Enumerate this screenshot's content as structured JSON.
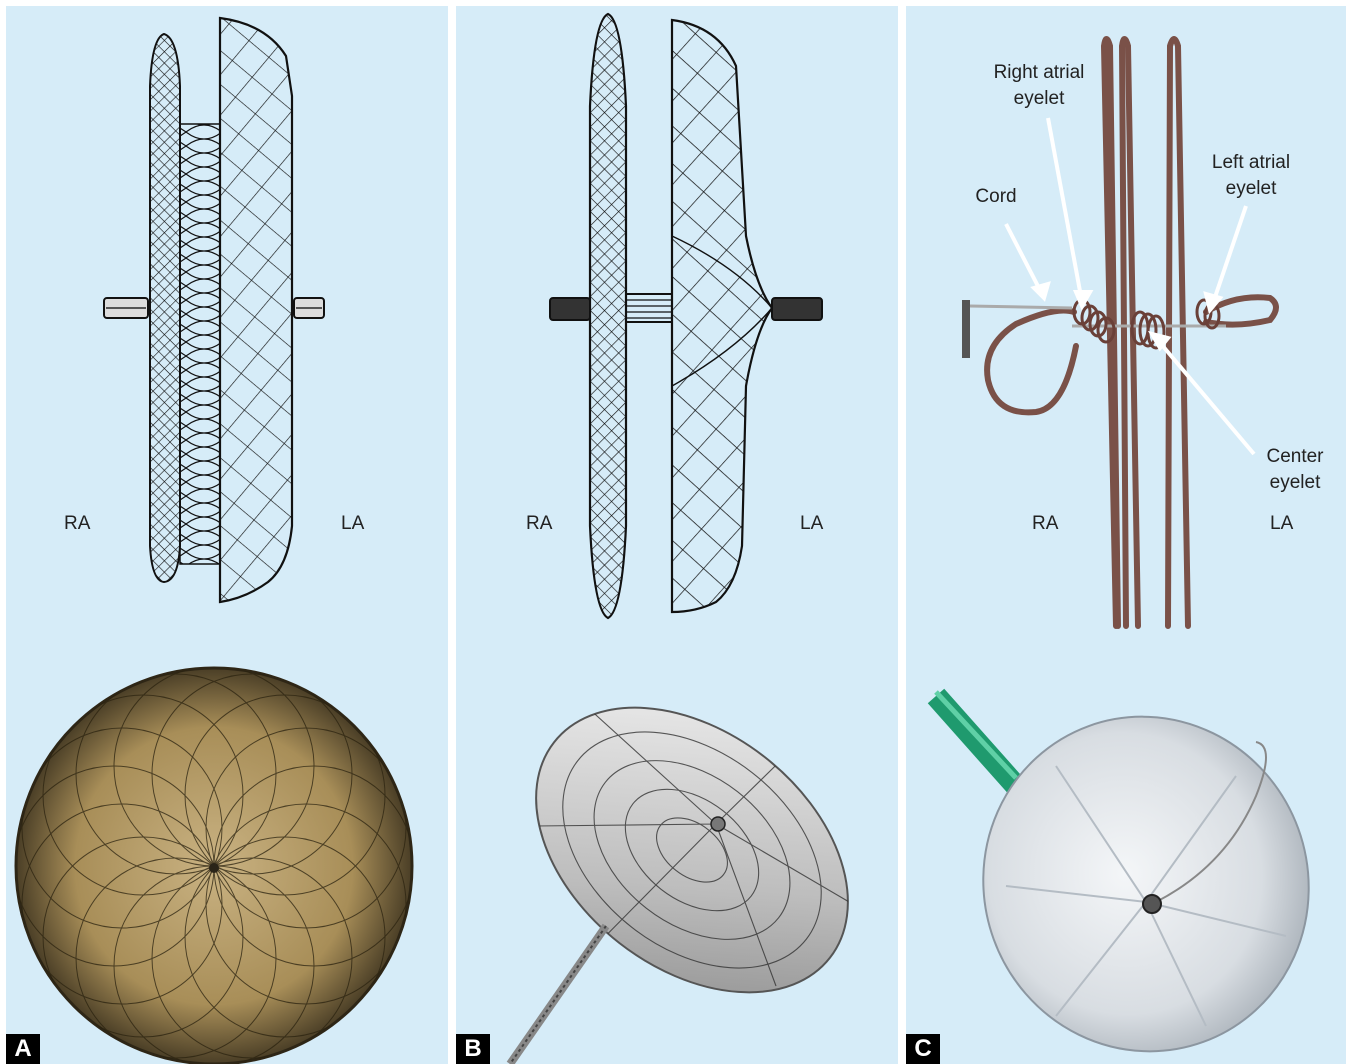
{
  "panels": [
    {
      "id": "A",
      "ra_label": "RA",
      "la_label": "LA"
    },
    {
      "id": "B",
      "ra_label": "RA",
      "la_label": "LA"
    },
    {
      "id": "C",
      "ra_label": "RA",
      "la_label": "LA",
      "annotations": {
        "right_atrial_eyelet": "Right atrial\neyelet",
        "left_atrial_eyelet": "Left atrial\neyelet",
        "cord": "Cord",
        "center_eyelet": "Center\neyelet"
      }
    }
  ],
  "colors": {
    "panel_background": "#d6ecf8",
    "mesh_line": "#111111",
    "wire_copper": "#7a5148",
    "catheter_green": "#1f9a6e",
    "gold_mesh": "#a08650"
  }
}
